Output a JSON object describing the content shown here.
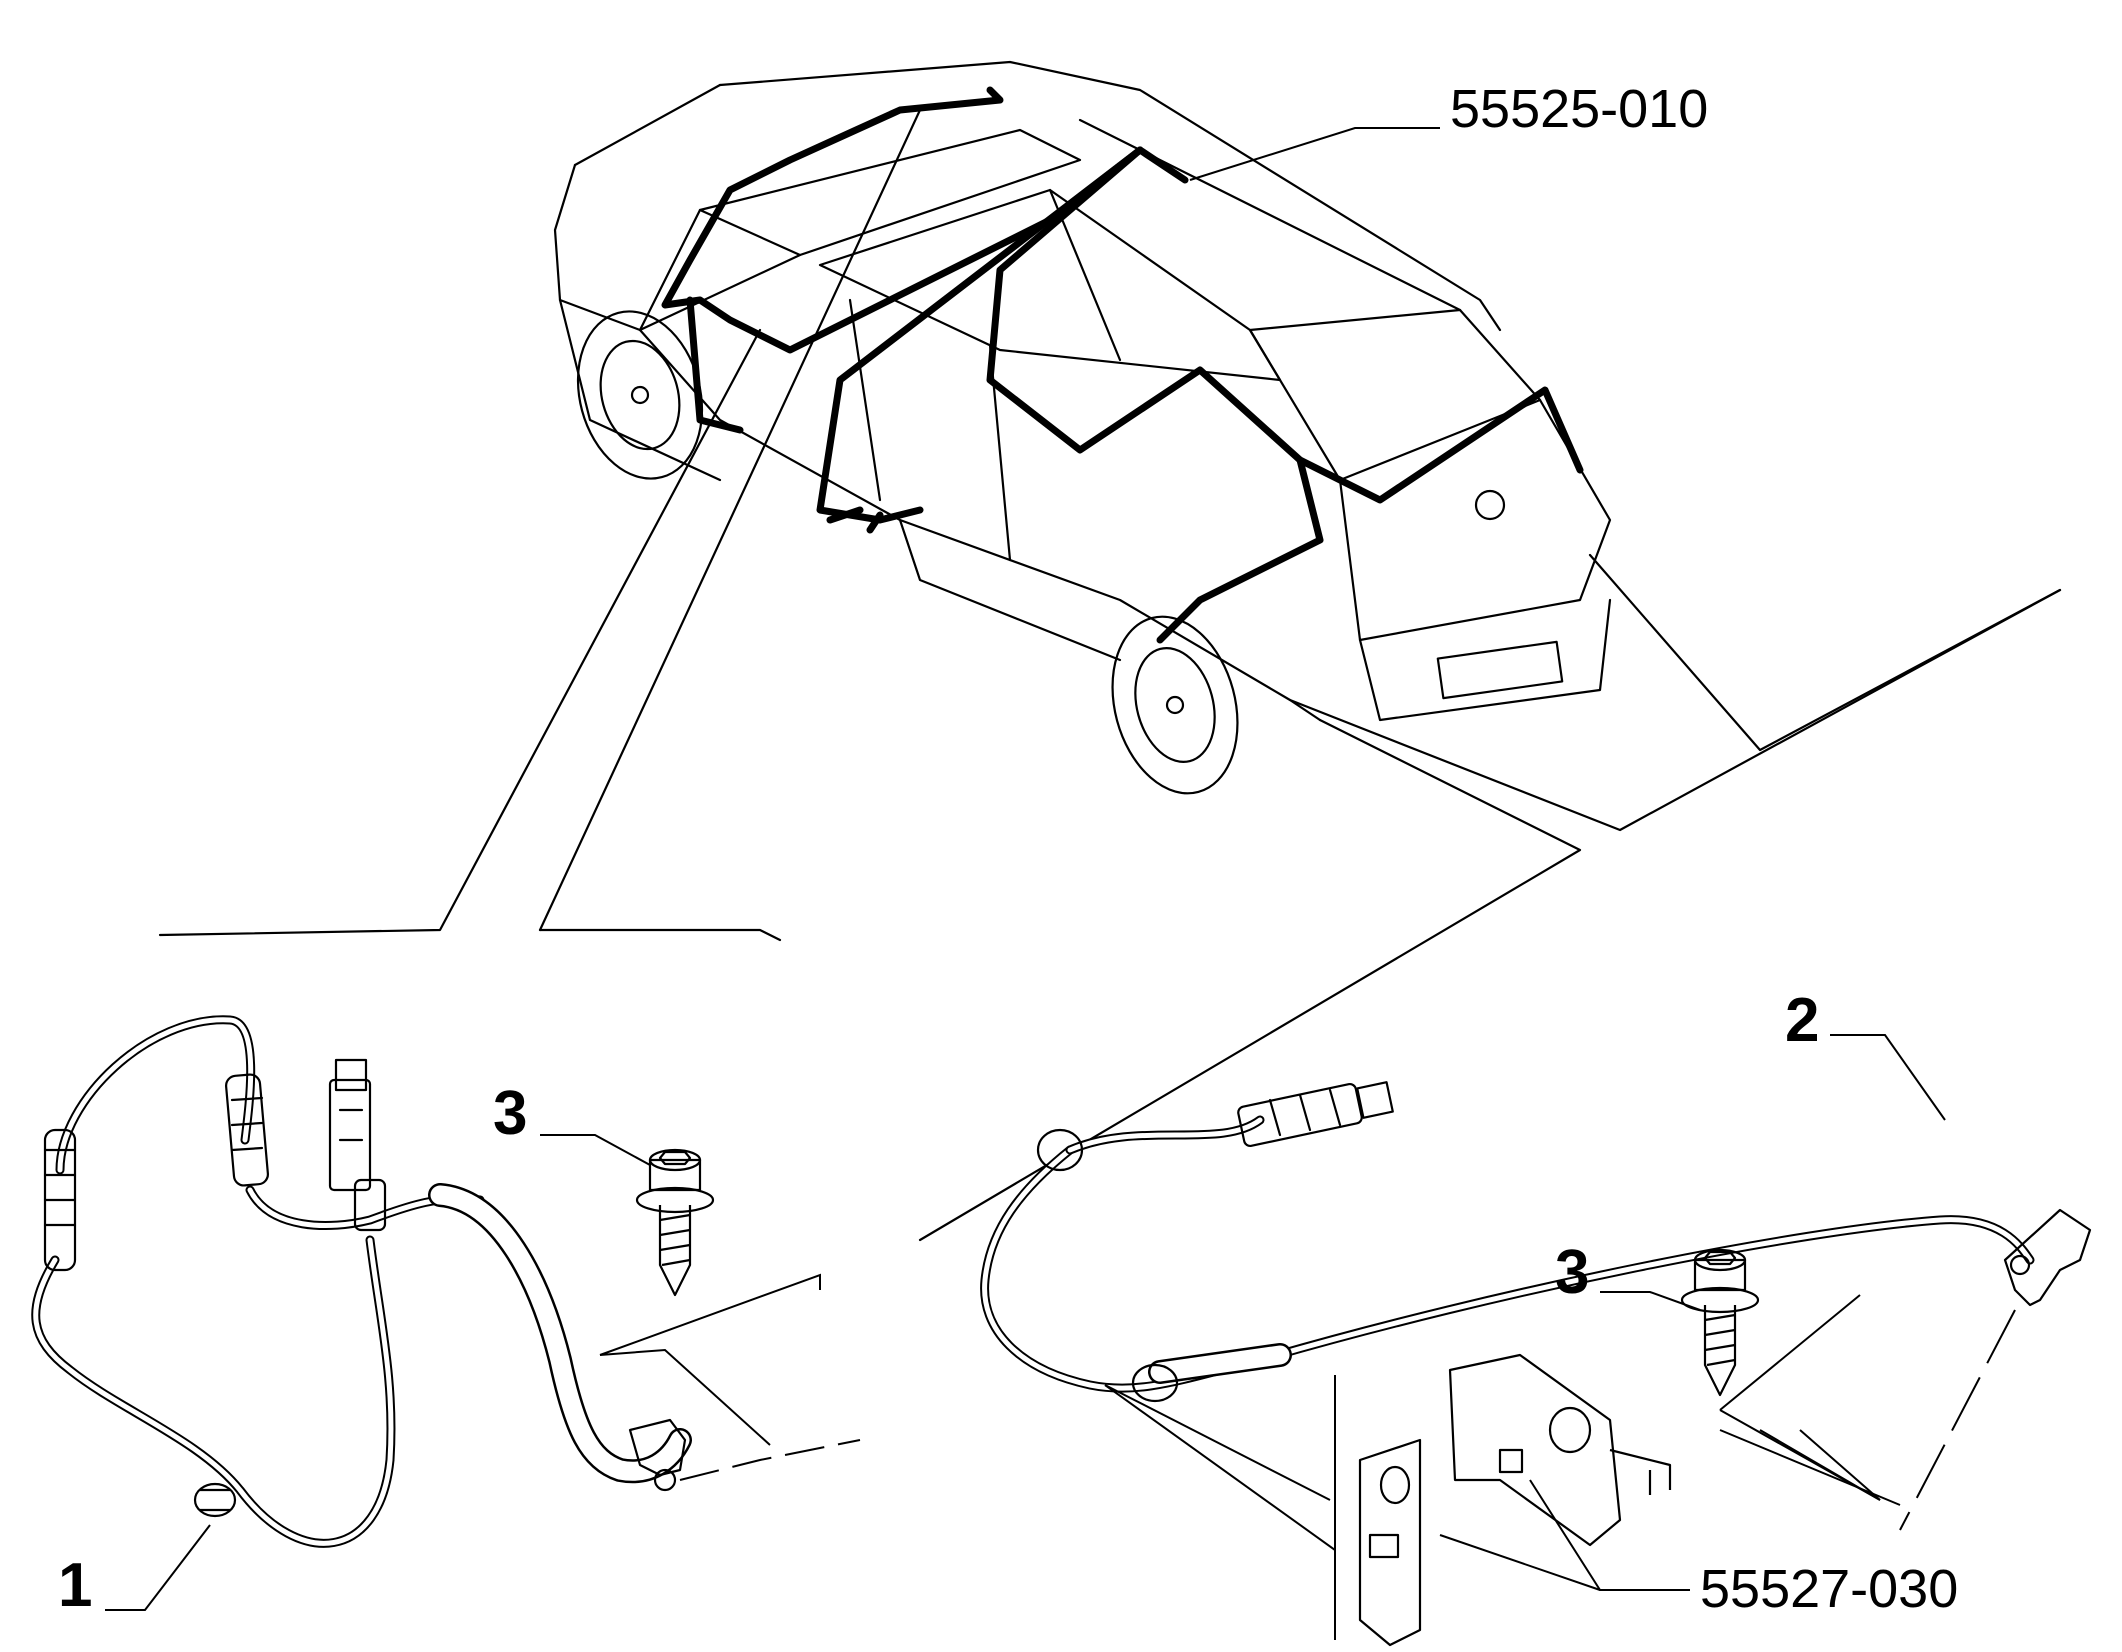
{
  "labels": {
    "ref_harness": "55525-010",
    "ref_bracket": "55527-030",
    "item_1": "1",
    "item_2": "2",
    "item_3a": "3",
    "item_3b": "3"
  },
  "colors": {
    "line": "#000000",
    "background": "#ffffff"
  }
}
